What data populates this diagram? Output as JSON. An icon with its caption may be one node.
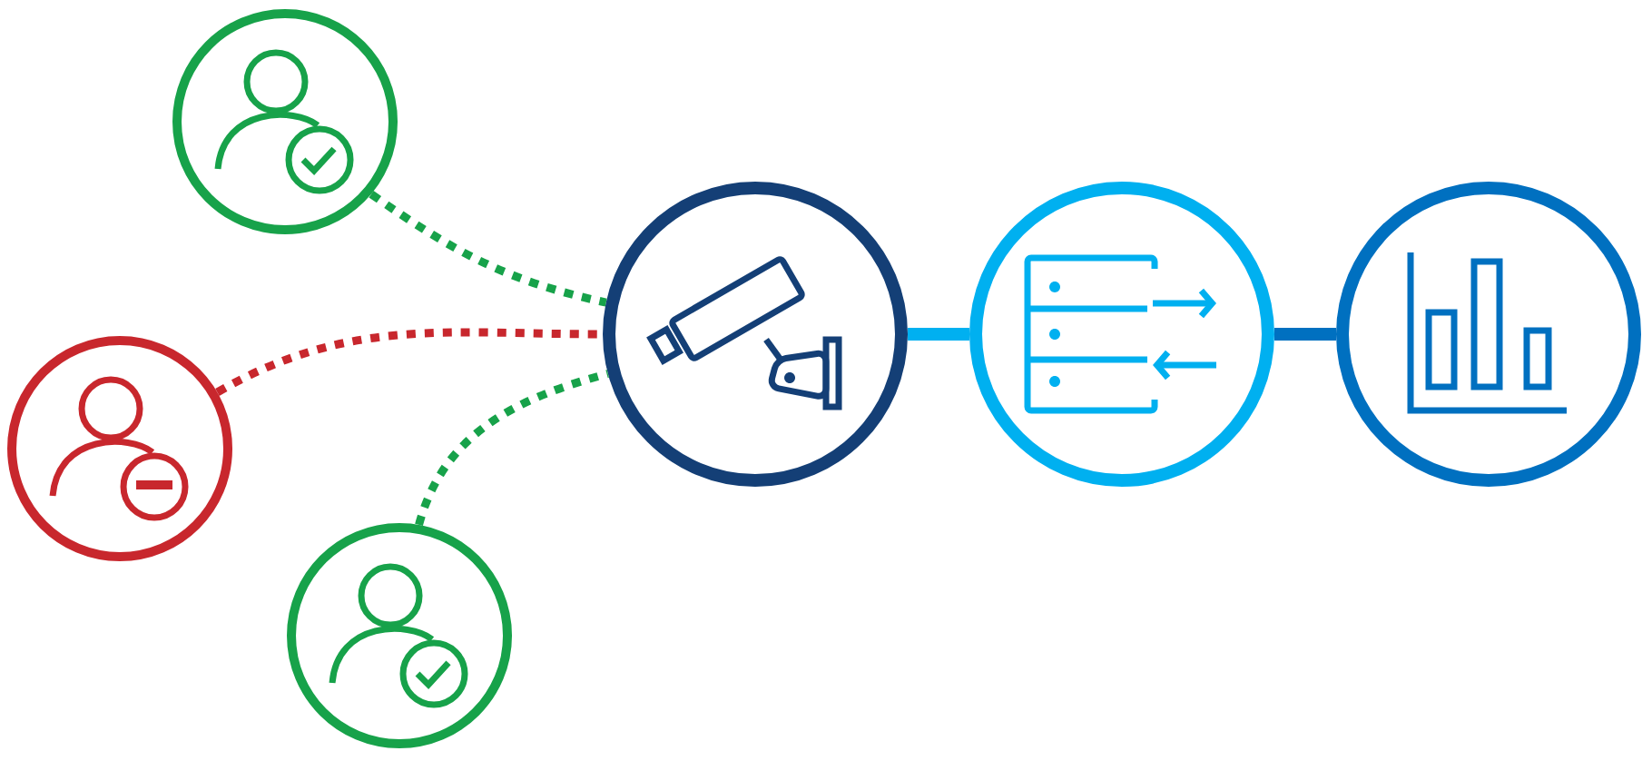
{
  "diagram": {
    "nodes": [
      {
        "text": [],
        "shape": "circle"
      },
      {
        "text": [],
        "shape": "circle"
      },
      {
        "text": [],
        "shape": "circle"
      },
      {
        "text": [],
        "shape": "circle"
      },
      {
        "text": [],
        "shape": "circle"
      },
      {
        "text": [],
        "shape": "circle"
      }
    ],
    "edges": [
      {
        "from": 0,
        "to": 3,
        "arrow": "none",
        "style": "dashed",
        "color": "#17a24a"
      },
      {
        "from": 1,
        "to": 3,
        "arrow": "none",
        "style": "dashed",
        "color": "#c8272d"
      },
      {
        "from": 2,
        "to": 3,
        "arrow": "none",
        "style": "dashed",
        "color": "#17a24a"
      },
      {
        "from": 3,
        "to": 4,
        "arrow": "none",
        "color": "#00b0f0"
      },
      {
        "from": 4,
        "to": 5,
        "arrow": "none",
        "color": "#0070c0"
      }
    ]
  }
}
